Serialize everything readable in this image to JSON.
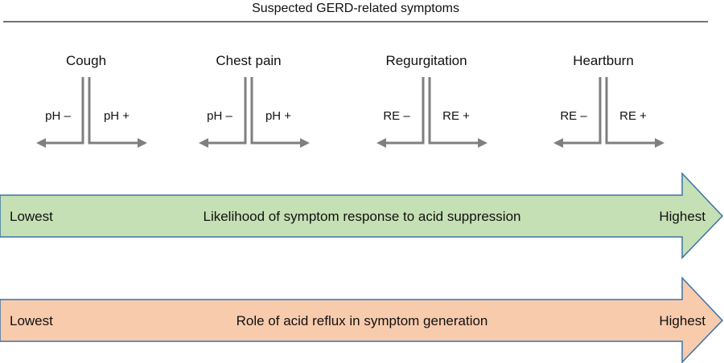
{
  "title": "Suspected GERD-related symptoms",
  "colors": {
    "split_arrow": "#7f7f7f",
    "green_fill": "#c5e0b4",
    "green_stroke": "#3b72a6",
    "orange_fill": "#f8cbad",
    "orange_stroke": "#3b72a6",
    "rule": "#222222"
  },
  "symptoms": [
    {
      "name": "Cough",
      "left": "pH –",
      "right": "pH +"
    },
    {
      "name": "Chest pain",
      "left": "pH –",
      "right": "pH +"
    },
    {
      "name": "Regurgitation",
      "left": "RE –",
      "right": "RE +"
    },
    {
      "name": "Heartburn",
      "left": "RE –",
      "right": "RE +"
    }
  ],
  "scales": [
    {
      "low": "Lowest",
      "label": "Likelihood of symptom response to acid suppression",
      "high": "Highest"
    },
    {
      "low": "Lowest",
      "label": "Role of acid reflux in symptom generation",
      "high": "Highest"
    }
  ]
}
